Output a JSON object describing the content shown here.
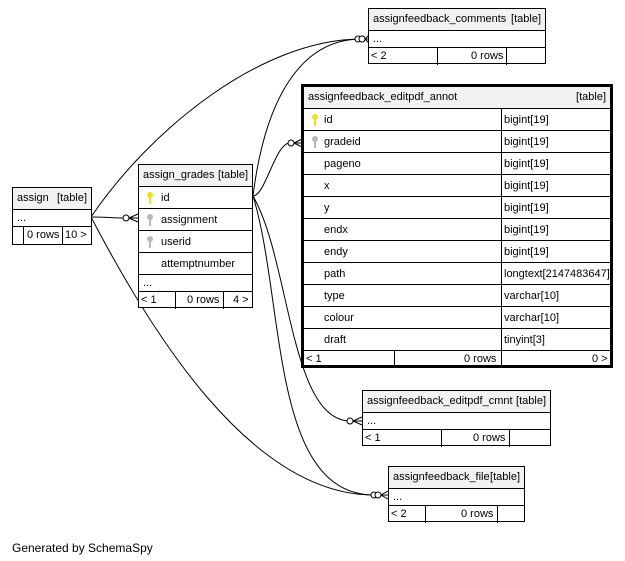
{
  "credit": "Generated by SchemaSpy",
  "tables": {
    "assign": {
      "name": "assign",
      "tag": "[table]",
      "ellipsis": "...",
      "footer": {
        "left": "",
        "middle": "0 rows",
        "right": "10 >"
      }
    },
    "assign_grades": {
      "name": "assign_grades",
      "tag": "[table]",
      "columns": [
        {
          "name": "id",
          "key": "primary"
        },
        {
          "name": "assignment",
          "key": "foreign"
        },
        {
          "name": "userid",
          "key": "foreign"
        },
        {
          "name": "attemptnumber",
          "key": "none"
        }
      ],
      "ellipsis": "...",
      "footer": {
        "left": "< 1",
        "middle": "0 rows",
        "right": "4 >"
      }
    },
    "assignfeedback_comments": {
      "name": "assignfeedback_comments",
      "tag": "[table]",
      "ellipsis": "...",
      "footer": {
        "left": "< 2",
        "middle": "0 rows",
        "right": ""
      }
    },
    "assignfeedback_editpdf_annot": {
      "name": "assignfeedback_editpdf_annot",
      "tag": "[table]",
      "columns": [
        {
          "name": "id",
          "type": "bigint[19]",
          "key": "primary"
        },
        {
          "name": "gradeid",
          "type": "bigint[19]",
          "key": "foreign"
        },
        {
          "name": "pageno",
          "type": "bigint[19]",
          "key": "none"
        },
        {
          "name": "x",
          "type": "bigint[19]",
          "key": "none"
        },
        {
          "name": "y",
          "type": "bigint[19]",
          "key": "none"
        },
        {
          "name": "endx",
          "type": "bigint[19]",
          "key": "none"
        },
        {
          "name": "endy",
          "type": "bigint[19]",
          "key": "none"
        },
        {
          "name": "path",
          "type": "longtext[2147483647]",
          "key": "none"
        },
        {
          "name": "type",
          "type": "varchar[10]",
          "key": "none"
        },
        {
          "name": "colour",
          "type": "varchar[10]",
          "key": "none"
        },
        {
          "name": "draft",
          "type": "tinyint[3]",
          "key": "none"
        }
      ],
      "footer": {
        "left": "< 1",
        "middle": "0 rows",
        "right": "0 >"
      }
    },
    "assignfeedback_editpdf_cmnt": {
      "name": "assignfeedback_editpdf_cmnt",
      "tag": "[table]",
      "ellipsis": "...",
      "footer": {
        "left": "< 1",
        "middle": "0 rows",
        "right": ""
      }
    },
    "assignfeedback_file": {
      "name": "assignfeedback_file",
      "tag": "[table]",
      "ellipsis": "...",
      "footer": {
        "left": "< 2",
        "middle": "0 rows",
        "right": ""
      }
    }
  },
  "colors": {
    "primary_key": "#f0e020",
    "foreign_key": "#b8b8b8",
    "line": "#000000",
    "header_bg": "#f2f2f2"
  }
}
